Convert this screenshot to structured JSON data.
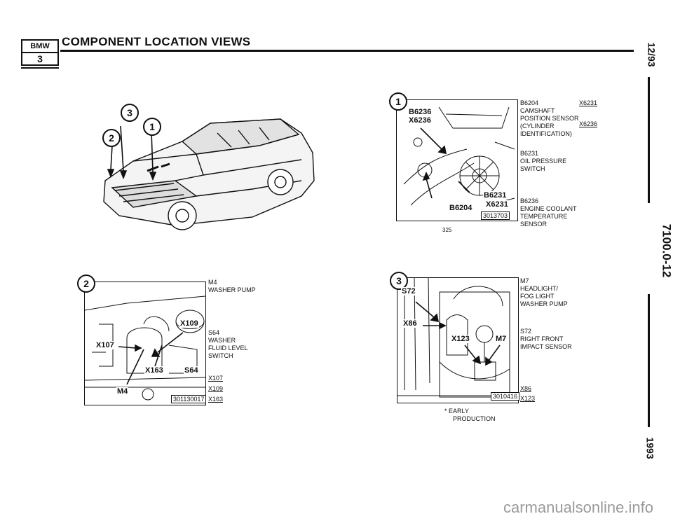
{
  "header": {
    "logo_top": "BMW",
    "logo_bottom": "3",
    "title": "COMPONENT LOCATION VIEWS"
  },
  "side": {
    "date": "12/93",
    "code": "7100.0-12",
    "year": "1993"
  },
  "overview": {
    "callouts": [
      "3",
      "2",
      "1"
    ]
  },
  "panel1": {
    "number": "1",
    "tags": [
      "B6236",
      "X6236",
      "B6231",
      "X6231",
      "B6204"
    ],
    "part_no": "3013703",
    "page_no": "325",
    "legend": [
      {
        "lines": [
          "B6204",
          "CAMSHAFT",
          "POSITION SENSOR",
          "(CYLINDER",
          "IDENTIFICATION)"
        ]
      },
      {
        "lines": [
          "B6231",
          "OIL PRESSURE",
          "SWITCH"
        ]
      },
      {
        "lines": [
          "B6236",
          "ENGINE COOLANT",
          "TEMPERATURE",
          "SENSOR"
        ]
      }
    ],
    "refs": [
      "X6231",
      "X6236"
    ]
  },
  "panel2": {
    "number": "2",
    "tags": [
      "X109",
      "X107",
      "X163",
      "S64",
      "M4"
    ],
    "part_no": "301130017",
    "legend": [
      {
        "lines": [
          "M4",
          "WASHER PUMP"
        ]
      },
      {
        "lines": [
          "S64",
          "WASHER",
          "FLUID LEVEL",
          "SWITCH"
        ]
      }
    ],
    "refs": [
      "X107",
      "X109",
      "X163"
    ]
  },
  "panel3": {
    "number": "3",
    "tags": [
      "S72",
      "X86",
      "X123",
      "M7"
    ],
    "part_no": "3010416",
    "legend": [
      {
        "lines": [
          "M7",
          "HEADLIGHT/",
          "FOG LIGHT",
          "WASHER PUMP"
        ]
      },
      {
        "lines": [
          "S72",
          "RIGHT FRONT",
          "IMPACT SENSOR"
        ]
      }
    ],
    "refs": [
      "X86",
      "X123"
    ],
    "footnote": [
      "* EARLY",
      "PRODUCTION"
    ]
  },
  "watermark": "carmanualsonline.info"
}
